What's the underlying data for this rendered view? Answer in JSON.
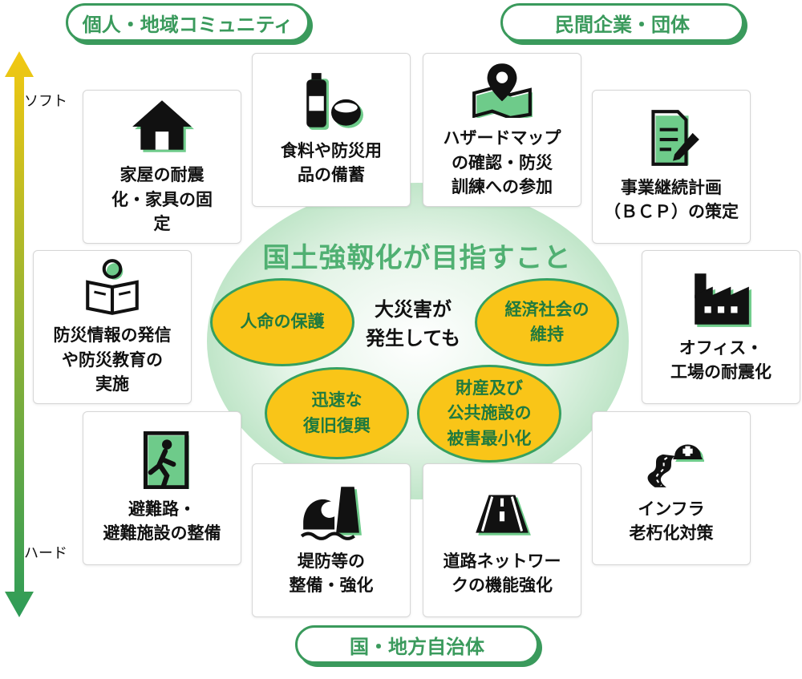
{
  "categories": {
    "individual": "個人・地域コミュニティ",
    "private": "民間企業・団体",
    "government": "国・地方自治体"
  },
  "axis": {
    "soft": "ソフト",
    "hard": "ハード"
  },
  "center": {
    "title": "国土強靱化が目指すこと",
    "subtitle": "大災害が\n発生しても",
    "goals": {
      "life": "人命の保護",
      "economy": "経済社会の\n維持",
      "recovery": "迅速な\n復旧復興",
      "property": "財産及び\n公共施設の\n被害最小化"
    }
  },
  "measures": {
    "house": {
      "label": "家屋の耐震\n化・家具の固\n定",
      "icon": "house-icon"
    },
    "food": {
      "label": "食料や防災用\n品の備蓄",
      "icon": "bottle-can-icon"
    },
    "hazard": {
      "label": "ハザードマップ\nの確認・防災\n訓練への参加",
      "icon": "map-pin-icon"
    },
    "bcp": {
      "label": "事業継続計画\n（ＢＣＰ）の策定",
      "icon": "document-pen-icon"
    },
    "education": {
      "label": "防災情報の発信\nや防災教育の\n実施",
      "icon": "reading-person-icon"
    },
    "office": {
      "label": "オフィス・\n工場の耐震化",
      "icon": "factory-icon"
    },
    "evacuation": {
      "label": "避難路・\n避難施設の整備",
      "icon": "exit-icon"
    },
    "levee": {
      "label": "堤防等の\n整備・強化",
      "icon": "wave-levee-icon"
    },
    "road": {
      "label": "道路ネットワー\nクの機能強化",
      "icon": "road-icon"
    },
    "infra": {
      "label": "インフラ\n老朽化対策",
      "icon": "helmet-road-icon"
    }
  },
  "colors": {
    "green": "#3a9a5c",
    "yellow": "#f9c518",
    "arrow_top": "#f2c811",
    "arrow_bottom": "#2e9c58"
  }
}
